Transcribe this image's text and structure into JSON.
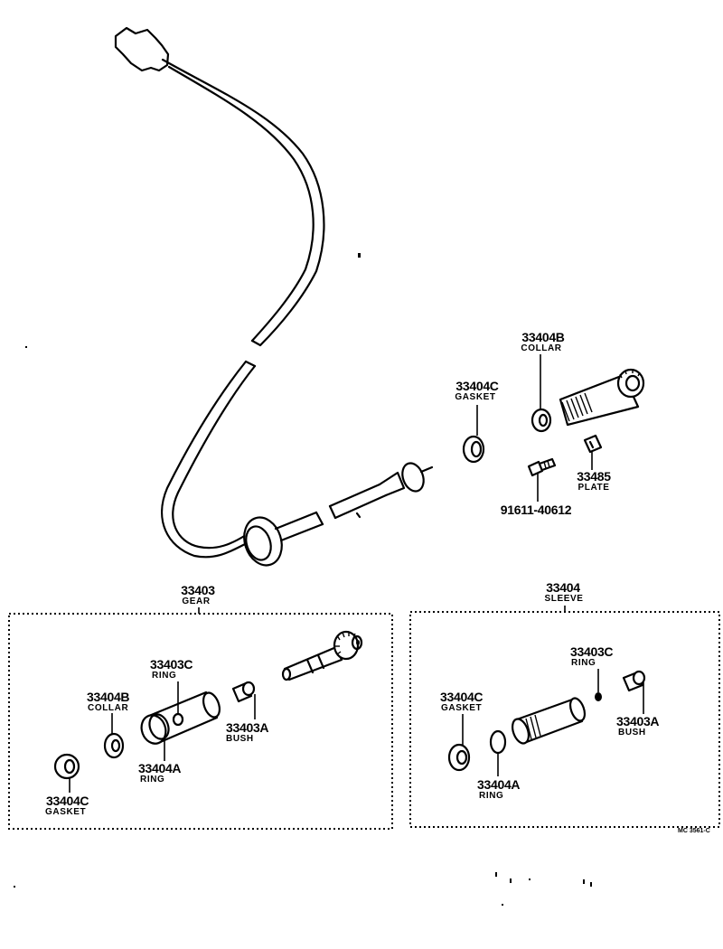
{
  "callouts": {
    "top_collar": {
      "part": "33404B",
      "name": "COLLAR"
    },
    "top_gasket": {
      "part": "33404C",
      "name": "GASKET"
    },
    "top_plate": {
      "part": "33485",
      "name": "PLATE"
    },
    "top_bolt": {
      "part": "91611-40612"
    },
    "gear_group": {
      "part": "33403",
      "name": "GEAR"
    },
    "sleeve_group": {
      "part": "33404",
      "name": "SLEEVE"
    },
    "gear_ring_c": {
      "part": "33403C",
      "name": "RING"
    },
    "gear_collar": {
      "part": "33404B",
      "name": "COLLAR"
    },
    "gear_bush": {
      "part": "33403A",
      "name": "BUSH"
    },
    "gear_ring_a": {
      "part": "33404A",
      "name": "RING"
    },
    "gear_gasket": {
      "part": "33404C",
      "name": "GASKET"
    },
    "sleeve_ring_c": {
      "part": "33403C",
      "name": "RING"
    },
    "sleeve_gasket": {
      "part": "33404C",
      "name": "GASKET"
    },
    "sleeve_bush": {
      "part": "33403A",
      "name": "BUSH"
    },
    "sleeve_ring_a": {
      "part": "33404A",
      "name": "RING"
    }
  },
  "diagram_code": "MC 3561-C"
}
